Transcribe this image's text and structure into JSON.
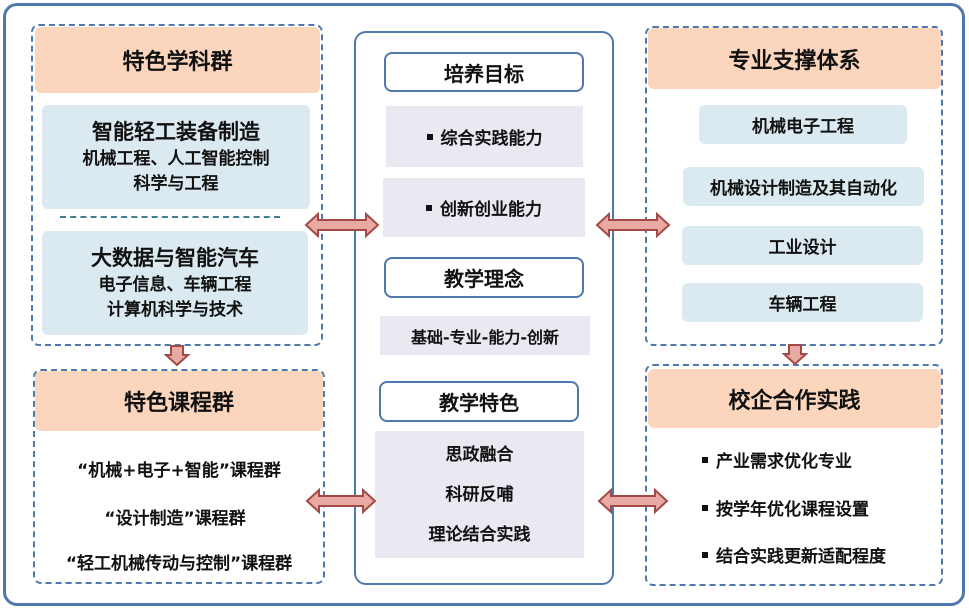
{
  "left": {
    "discipline_group": {
      "title": "特色学科群",
      "clusters": [
        {
          "name": "智能轻工装备制造",
          "lines": [
            "机械工程、人工智能控制",
            "科学与工程"
          ]
        },
        {
          "name": "大数据与智能汽车",
          "lines": [
            "电子信息、车辆工程",
            "计算机科学与技术"
          ]
        }
      ]
    },
    "course_group": {
      "title": "特色课程群",
      "items": [
        "“机械+电子+智能”课程群",
        "“设计制造”课程群",
        "“轻工机械传动与控制”课程群"
      ]
    }
  },
  "center": {
    "goals": {
      "title": "培养目标",
      "items": [
        "综合实践能力",
        "创新创业能力"
      ]
    },
    "philosophy": {
      "title": "教学理念",
      "text": "基础-专业-能力-创新"
    },
    "features": {
      "title": "教学特色",
      "items": [
        "思政融合",
        "科研反哺",
        "理论结合实践"
      ]
    }
  },
  "right": {
    "support": {
      "title": "专业支撑体系",
      "majors": [
        "机械电子工程",
        "机械设计制造及其自动化",
        "工业设计",
        "车辆工程"
      ]
    },
    "cooperation": {
      "title": "校企合作实践",
      "items": [
        "产业需求优化专业",
        "按学年优化课程设置",
        "结合实践更新适配程度"
      ]
    }
  },
  "colors": {
    "border": "#4f79ad",
    "header_fill": "#fbd6bc",
    "cluster_fill": "#dbeaf0",
    "center_fill": "#eae9f1",
    "arrow_fill": "#e9aaa3",
    "arrow_stroke": "#a24a48"
  }
}
